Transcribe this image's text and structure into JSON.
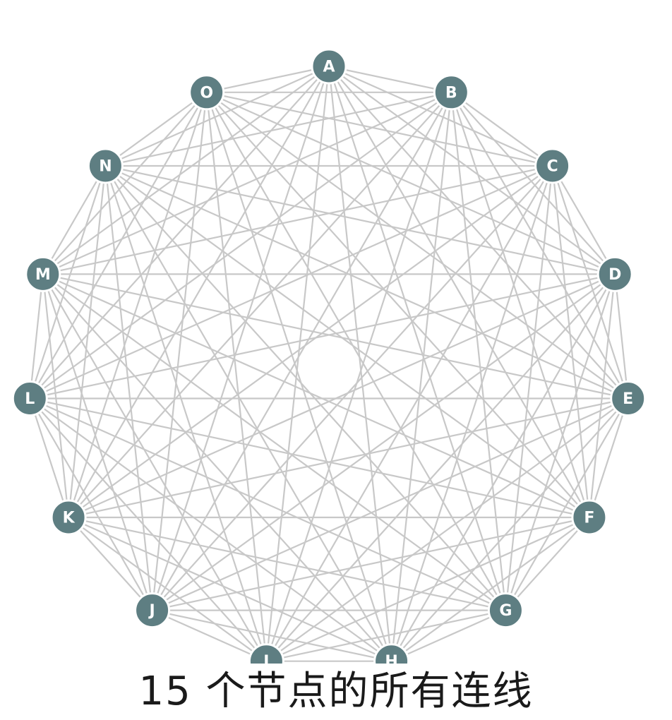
{
  "caption": "15 个节点的所有连线",
  "nodes": [
    "A",
    "B",
    "C",
    "D",
    "E",
    "F",
    "G",
    "H",
    "I",
    "J",
    "K",
    "L",
    "M",
    "N",
    "O"
  ],
  "edges": "complete",
  "colors": {
    "node_fill": "#5e7e82",
    "node_text": "#ffffff",
    "edge": "#c8c8c8"
  }
}
